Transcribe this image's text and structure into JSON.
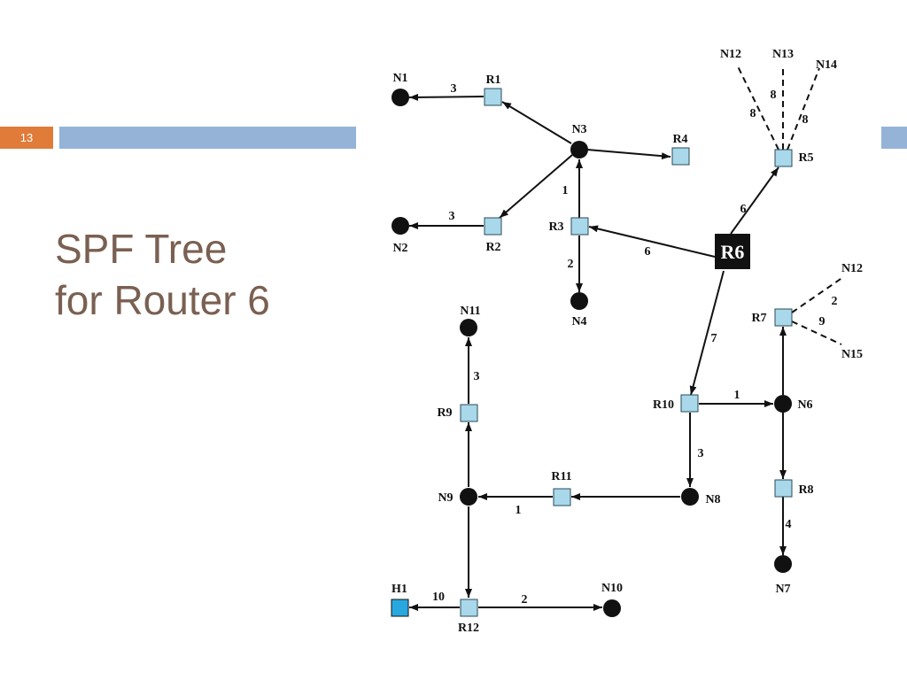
{
  "slide": {
    "number": "13",
    "title_line1": "SPF Tree",
    "title_line2": "for Router 6"
  },
  "colors": {
    "accent_orange": "#e07b3a",
    "header_bar_blue": "#95b3d7",
    "title_brown": "#7a6052",
    "router_fill": "#a8d8ea",
    "host_fill": "#29a8e0",
    "root_router_fill": "#111111"
  },
  "diagram": {
    "nodes": {
      "N1": "N1",
      "N2": "N2",
      "N3": "N3",
      "N4": "N4",
      "N6": "N6",
      "N7": "N7",
      "N8": "N8",
      "N9": "N9",
      "N10": "N10",
      "N11": "N11",
      "N12_top": "N12",
      "N13": "N13",
      "N14": "N14",
      "N12_right": "N12",
      "N15": "N15",
      "R1": "R1",
      "R2": "R2",
      "R3": "R3",
      "R4": "R4",
      "R5": "R5",
      "R6": "R6",
      "R7": "R7",
      "R8": "R8",
      "R9": "R9",
      "R10": "R10",
      "R11": "R11",
      "R12": "R12",
      "H1": "H1"
    },
    "edges": [
      {
        "id": "r1-n1",
        "from": "R1",
        "to": "N1",
        "cost": "3",
        "style": "solid"
      },
      {
        "id": "n3-r1",
        "from": "N3",
        "to": "R1",
        "cost": "",
        "style": "solid"
      },
      {
        "id": "n3-r4",
        "from": "N3",
        "to": "R4",
        "cost": "",
        "style": "solid"
      },
      {
        "id": "n3-r2",
        "from": "N3",
        "to": "R2",
        "cost": "",
        "style": "solid"
      },
      {
        "id": "r2-n2",
        "from": "R2",
        "to": "N2",
        "cost": "3",
        "style": "solid"
      },
      {
        "id": "r3-n3",
        "from": "R3",
        "to": "N3",
        "cost": "1",
        "style": "solid"
      },
      {
        "id": "r3-n4",
        "from": "R3",
        "to": "N4",
        "cost": "2",
        "style": "solid"
      },
      {
        "id": "r6-r3",
        "from": "R6",
        "to": "R3",
        "cost": "6",
        "style": "solid"
      },
      {
        "id": "r6-r5",
        "from": "R6",
        "to": "R5",
        "cost": "6",
        "style": "solid"
      },
      {
        "id": "r5-n12",
        "from": "R5",
        "to": "N12",
        "cost": "8",
        "style": "dashed"
      },
      {
        "id": "r5-n13",
        "from": "R5",
        "to": "N13",
        "cost": "8",
        "style": "dashed"
      },
      {
        "id": "r5-n14",
        "from": "R5",
        "to": "N14",
        "cost": "8",
        "style": "dashed"
      },
      {
        "id": "r6-r10",
        "from": "R6",
        "to": "R10",
        "cost": "7",
        "style": "solid"
      },
      {
        "id": "r10-n6",
        "from": "R10",
        "to": "N6",
        "cost": "1",
        "style": "solid"
      },
      {
        "id": "n6-r7",
        "from": "N6",
        "to": "R7",
        "cost": "",
        "style": "solid"
      },
      {
        "id": "r7-n12",
        "from": "R7",
        "to": "N12",
        "cost": "2",
        "style": "dashed"
      },
      {
        "id": "r7-n15",
        "from": "R7",
        "to": "N15",
        "cost": "9",
        "style": "dashed"
      },
      {
        "id": "n6-r8",
        "from": "N6",
        "to": "R8",
        "cost": "",
        "style": "solid"
      },
      {
        "id": "r8-n7",
        "from": "R8",
        "to": "N7",
        "cost": "4",
        "style": "solid"
      },
      {
        "id": "r10-n8",
        "from": "R10",
        "to": "N8",
        "cost": "3",
        "style": "solid"
      },
      {
        "id": "n8-r11",
        "from": "N8",
        "to": "R11",
        "cost": "",
        "style": "solid"
      },
      {
        "id": "r11-n9",
        "from": "R11",
        "to": "N9",
        "cost": "1",
        "style": "solid"
      },
      {
        "id": "n9-r9",
        "from": "N9",
        "to": "R9",
        "cost": "",
        "style": "solid"
      },
      {
        "id": "r9-n11",
        "from": "R9",
        "to": "N11",
        "cost": "3",
        "style": "solid"
      },
      {
        "id": "n9-r12",
        "from": "N9",
        "to": "R12",
        "cost": "",
        "style": "solid"
      },
      {
        "id": "r12-h1",
        "from": "R12",
        "to": "H1",
        "cost": "10",
        "style": "solid"
      },
      {
        "id": "r12-n10",
        "from": "R12",
        "to": "N10",
        "cost": "2",
        "style": "solid"
      }
    ]
  }
}
